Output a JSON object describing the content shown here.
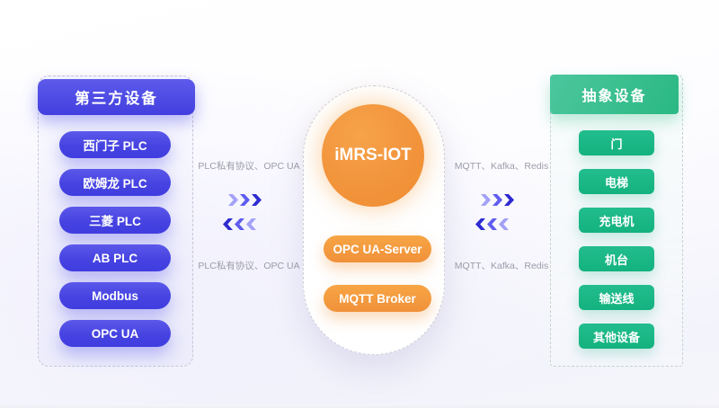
{
  "left_panel": {
    "title": "第三方设备",
    "items": [
      "西门子 PLC",
      "欧姆龙 PLC",
      "三菱 PLC",
      "AB PLC",
      "Modbus",
      "OPC UA"
    ]
  },
  "middle_panel": {
    "title": "iMRS-IOT",
    "items": [
      "OPC UA-Server",
      "MQTT Broker"
    ]
  },
  "right_panel": {
    "title": "抽象设备",
    "items": [
      "门",
      "电梯",
      "充电机",
      "机台",
      "输送线",
      "其他设备"
    ]
  },
  "left_connection": {
    "label_top": "PLC私有协议、OPC UA",
    "label_bottom": "PLC私有协议、OPC UA"
  },
  "right_connection": {
    "label_top": "MQTT、Kafka、Redis",
    "label_bottom": "MQTT、Kafka、Redis"
  },
  "icons": {
    "chevron_right": "chevron-right-icon",
    "chevron_left": "chevron-left-icon"
  },
  "colors": {
    "accent_blue": "#4845E4",
    "accent_orange": "#F2943C",
    "accent_green": "#1CB886",
    "label_gray": "#9B9BAB",
    "dashed_border": "#C9C9D6"
  }
}
